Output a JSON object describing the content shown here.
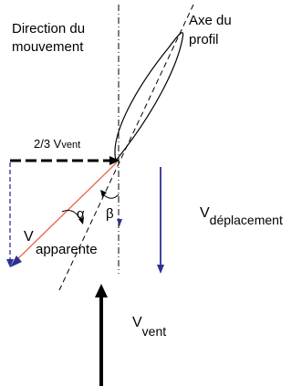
{
  "labels": {
    "direction_line1": "Direction du",
    "direction_line2": "mouvement",
    "axe_line1": "Axe du",
    "axe_line2": "profil",
    "wind_fraction": "2/3 V",
    "wind_fraction_sub": "vent",
    "alpha": "α",
    "beta": "β",
    "v_main": "V",
    "v_app_sub": "apparente",
    "v_dep_sub": "déplacement",
    "v_vent_sub": "vent"
  },
  "colors": {
    "black": "#000000",
    "blue": "#2e3192",
    "apparent": "#f07050"
  }
}
